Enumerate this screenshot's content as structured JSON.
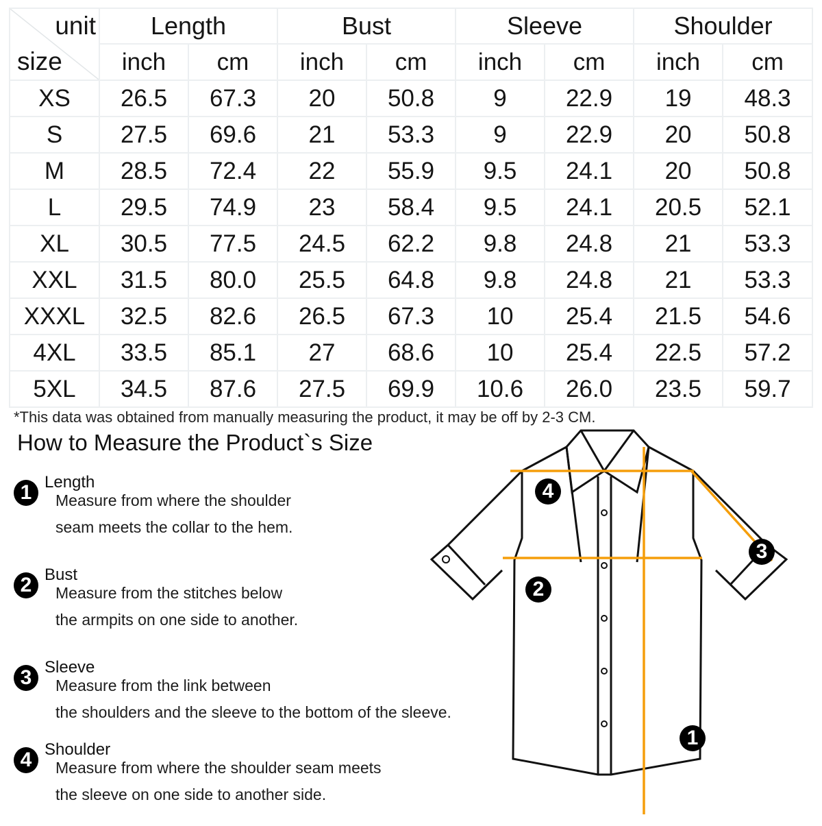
{
  "table": {
    "corner": {
      "unit_label": "unit",
      "size_label": "size"
    },
    "groups": [
      "Length",
      "Bust",
      "Sleeve",
      "Shoulder"
    ],
    "units": [
      "inch",
      "cm",
      "inch",
      "cm",
      "inch",
      "cm",
      "inch",
      "cm"
    ],
    "rows": [
      {
        "size": "XS",
        "values": [
          "26.5",
          "67.3",
          "20",
          "50.8",
          "9",
          "22.9",
          "19",
          "48.3"
        ]
      },
      {
        "size": "S",
        "values": [
          "27.5",
          "69.6",
          "21",
          "53.3",
          "9",
          "22.9",
          "20",
          "50.8"
        ]
      },
      {
        "size": "M",
        "values": [
          "28.5",
          "72.4",
          "22",
          "55.9",
          "9.5",
          "24.1",
          "20",
          "50.8"
        ]
      },
      {
        "size": "L",
        "values": [
          "29.5",
          "74.9",
          "23",
          "58.4",
          "9.5",
          "24.1",
          "20.5",
          "52.1"
        ]
      },
      {
        "size": "XL",
        "values": [
          "30.5",
          "77.5",
          "24.5",
          "62.2",
          "9.8",
          "24.8",
          "21",
          "53.3"
        ]
      },
      {
        "size": "XXL",
        "values": [
          "31.5",
          "80.0",
          "25.5",
          "64.8",
          "9.8",
          "24.8",
          "21",
          "53.3"
        ]
      },
      {
        "size": "XXXL",
        "values": [
          "32.5",
          "82.6",
          "26.5",
          "67.3",
          "10",
          "25.4",
          "21.5",
          "54.6"
        ]
      },
      {
        "size": "4XL",
        "values": [
          "33.5",
          "85.1",
          "27",
          "68.6",
          "10",
          "25.4",
          "22.5",
          "57.2"
        ]
      },
      {
        "size": "5XL",
        "values": [
          "34.5",
          "87.6",
          "27.5",
          "69.9",
          "10.6",
          "26.0",
          "23.5",
          "59.7"
        ]
      }
    ]
  },
  "note": "*This data was obtained from manually measuring the product, it may be off by 2-3 CM.",
  "title": "How to Measure the Product`s Size",
  "instructions": [
    {
      "number": "1",
      "label": "Length",
      "line1": "Measure from where the shoulder",
      "line2": "seam meets the collar to the hem."
    },
    {
      "number": "2",
      "label": "Bust",
      "line1": "Measure from the stitches below",
      "line2": "the armpits on one side to another."
    },
    {
      "number": "3",
      "label": "Sleeve",
      "line1": "Measure from the link between",
      "line2": "the shoulders and the sleeve to the bottom of the sleeve."
    },
    {
      "number": "4",
      "label": "Shoulder",
      "line1": "Measure from where the shoulder seam meets",
      "line2": "the sleeve on one side to another side."
    }
  ],
  "diagram": {
    "markers": [
      "1",
      "2",
      "3",
      "4"
    ],
    "colors": {
      "measure_line": "#f59e0b",
      "outline": "#111111",
      "badge": "#000000"
    }
  }
}
